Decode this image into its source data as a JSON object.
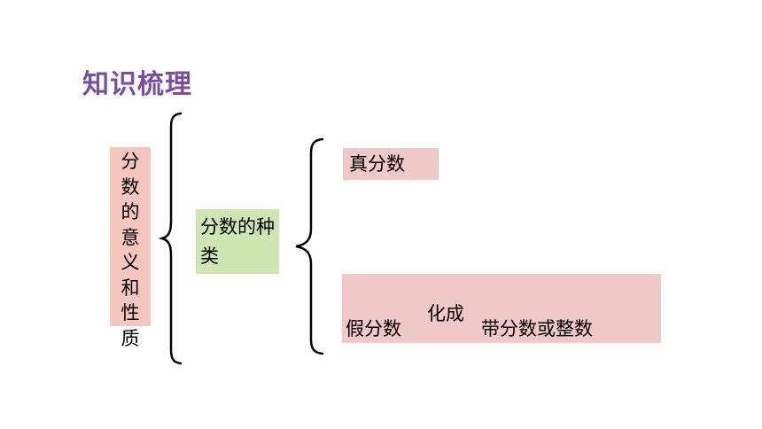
{
  "title": "知识梳理",
  "topic": "分数的意义和性质",
  "category": "分数的种类",
  "types": {
    "proper": "真分数",
    "improper": "假分数",
    "convert_label": "化成",
    "convert_result": "带分数或整数"
  },
  "colors": {
    "title": "#7b4fa0",
    "topic_bg": "#f4c6bd",
    "category_bg": "#cde6b3",
    "type_bg": "#efc9c7"
  }
}
